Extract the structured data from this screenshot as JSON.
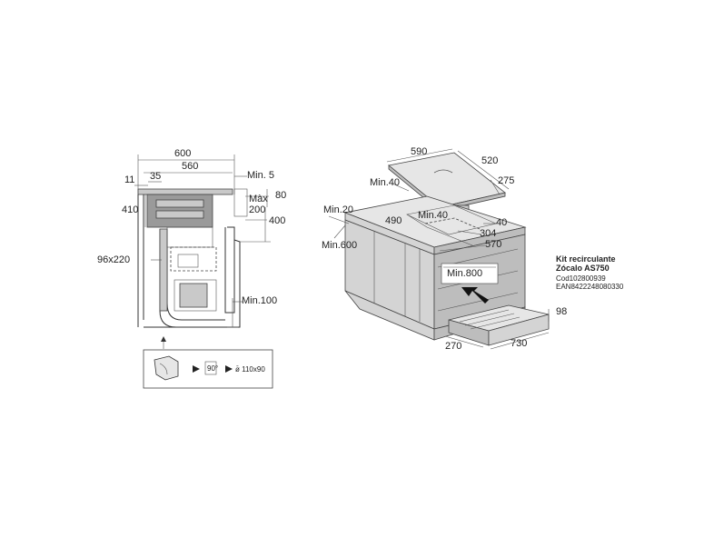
{
  "side_view": {
    "dims": {
      "d600": "600",
      "d560": "560",
      "d11": "11",
      "d35": "35",
      "min5": "Min. 5",
      "d80": "80",
      "max200": "Màx\n200",
      "max_label": "Màx",
      "d200": "200",
      "d410": "410",
      "d400": "400",
      "duct": "96x220",
      "min100": "Min.100"
    },
    "detail": {
      "angle": "90°",
      "diam": "ø̄ 110x90"
    }
  },
  "iso_view": {
    "dims": {
      "d590": "590",
      "d520": "520",
      "min40a": "Min.40",
      "d275": "275",
      "min20": "Min.20",
      "d490": "490",
      "min40b": "Min.40",
      "d40": "40",
      "d304": "304",
      "min600": "Min.600",
      "d570": "570",
      "min800": "Min.800",
      "d98": "98",
      "d270": "270",
      "d730": "730"
    }
  },
  "kit": {
    "title": "Kit recirculante",
    "model": "Zócalo AS750",
    "code": "Cod102800939",
    "ean": "EAN8422248080330"
  }
}
